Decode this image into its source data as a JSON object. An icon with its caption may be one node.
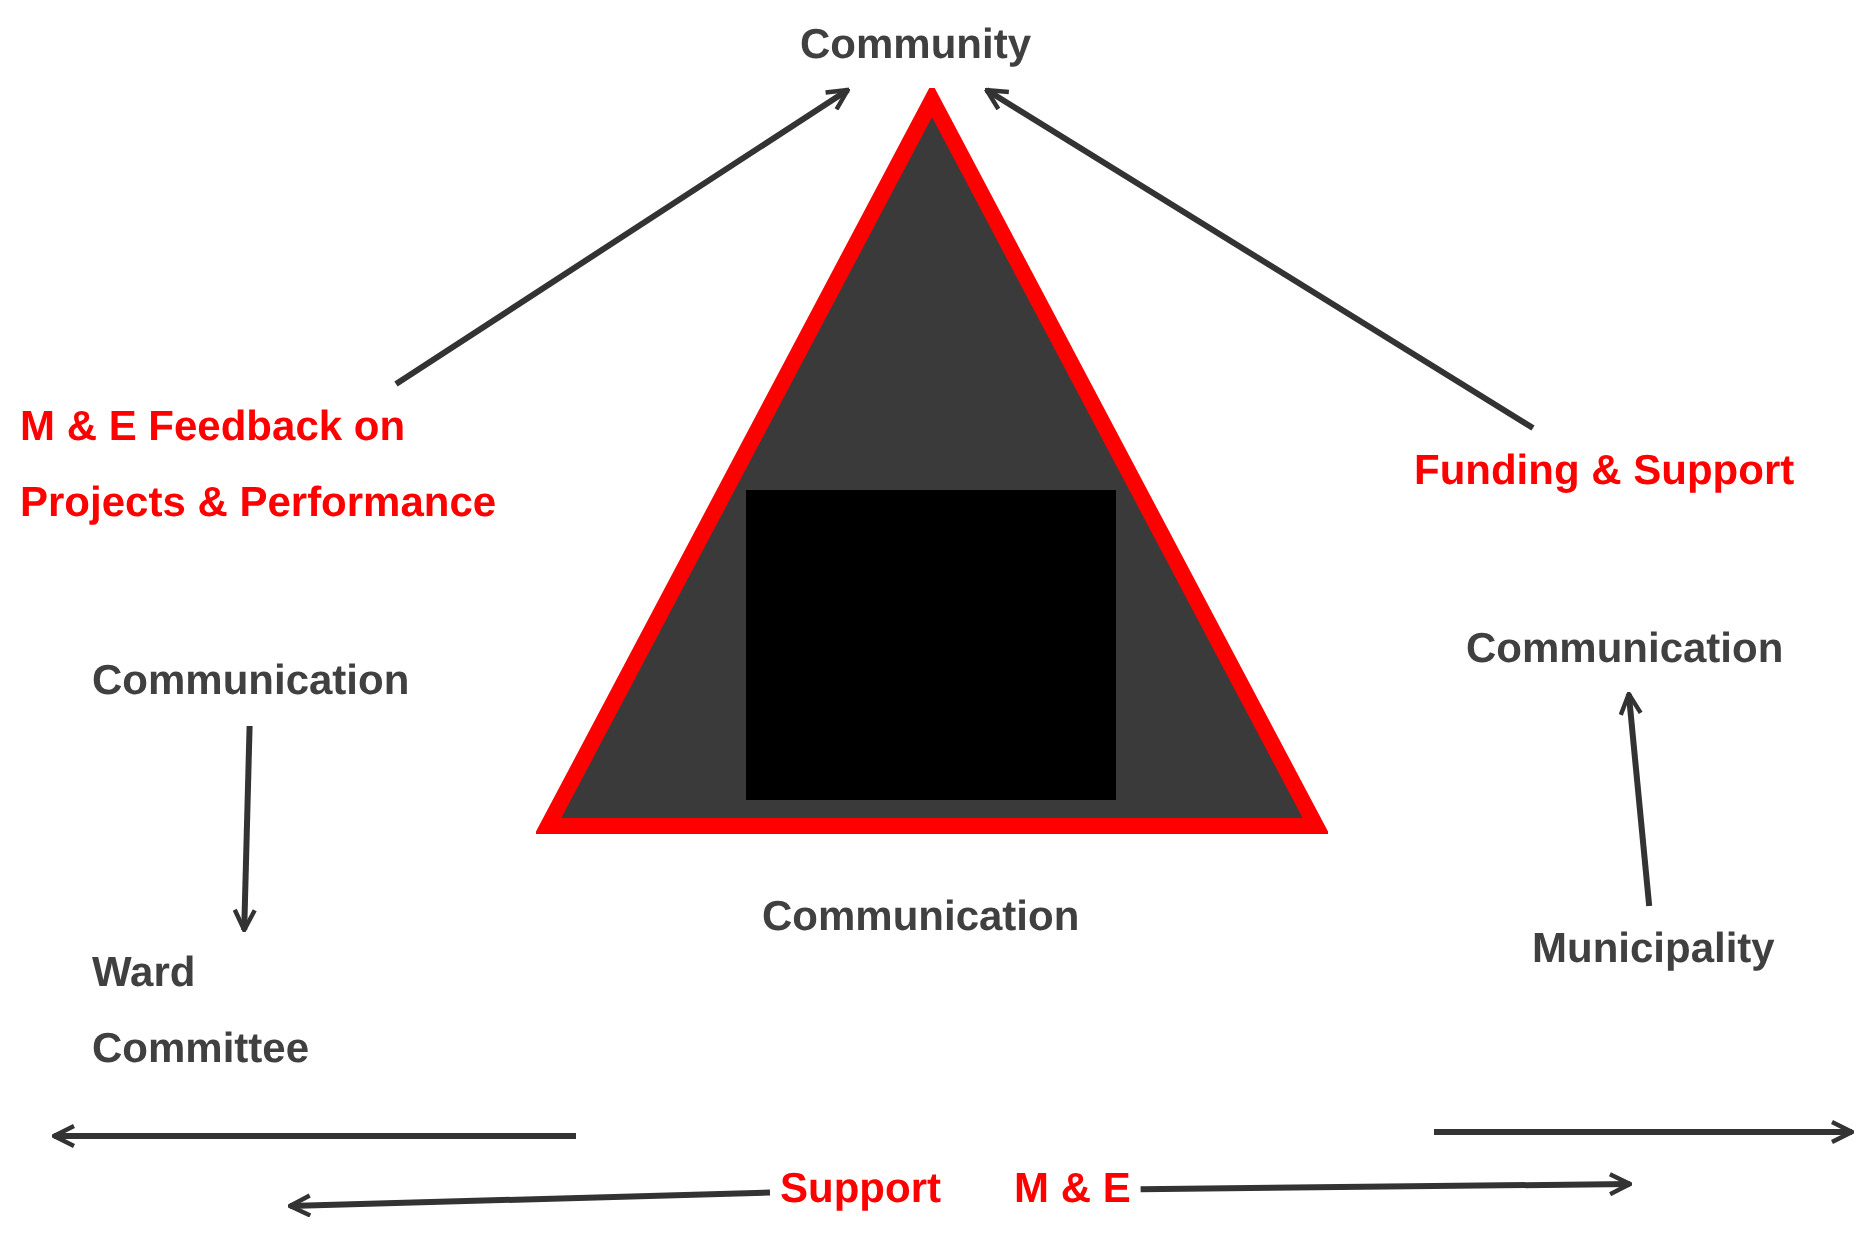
{
  "diagram": {
    "nodes": [
      {
        "text": [
          "Community"
        ]
      },
      {
        "text": [],
        "shape": "triangle"
      },
      {
        "text": [],
        "shape": "box",
        "in": 1
      },
      {
        "text": [
          "M & E Feedback on Projects & Performance"
        ]
      },
      {
        "text": [
          "Funding & Support"
        ]
      },
      {
        "text": [
          "Communication"
        ]
      },
      {
        "text": [
          "Communication"
        ]
      },
      {
        "text": [
          "Ward Committee"
        ]
      },
      {
        "text": [
          "Municipality"
        ]
      },
      {
        "text": [
          "Support"
        ]
      },
      {
        "text": [
          "M & E"
        ]
      }
    ],
    "edges": [
      {
        "from": 3,
        "to": 0,
        "arrow": "to"
      },
      {
        "from": 4,
        "to": 0,
        "arrow": "to"
      },
      {
        "from": 5,
        "to": 7,
        "arrow": "to"
      },
      {
        "from": 8,
        "to": 6,
        "arrow": "to"
      },
      {
        "from": 9,
        "to": null,
        "arrow": "to"
      },
      {
        "from": 10,
        "to": null,
        "arrow": "to"
      }
    ],
    "labels": [
      "Communication"
    ]
  }
}
